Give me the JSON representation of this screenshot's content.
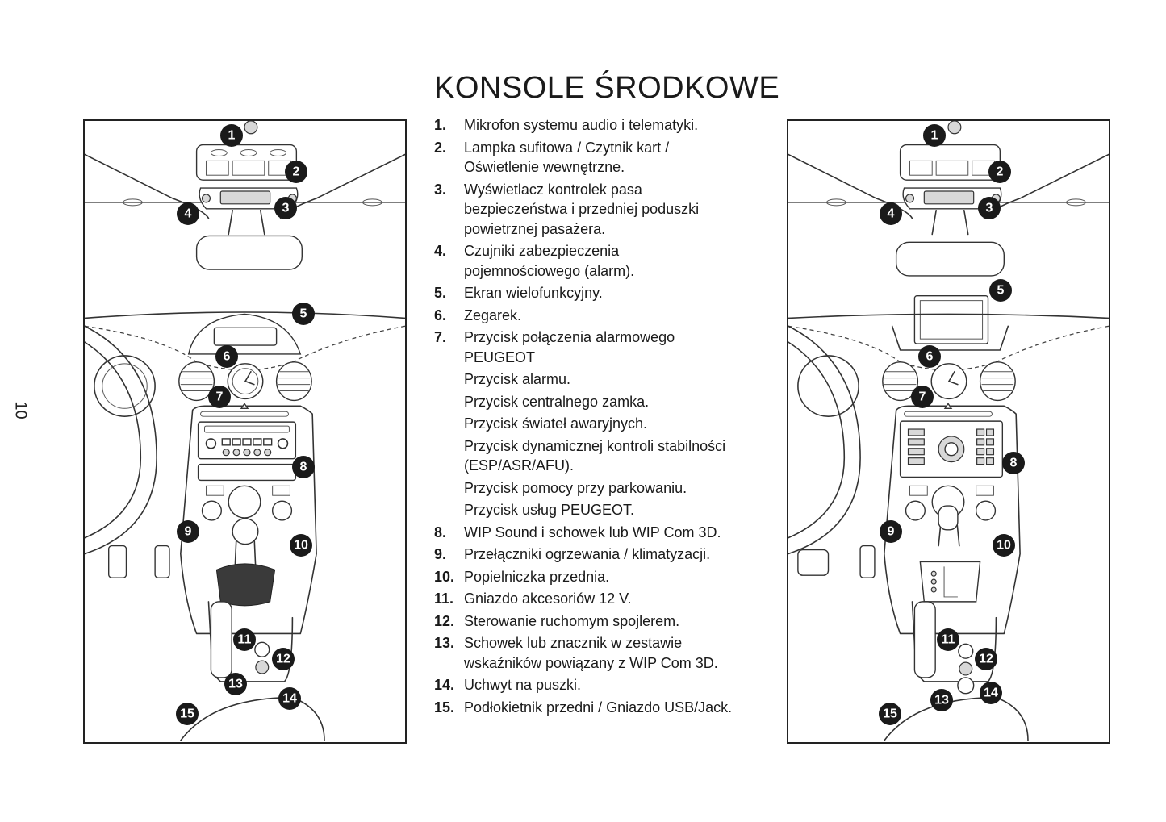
{
  "page": {
    "title": "KONSOLE ŚRODKOWE",
    "page_number": "10"
  },
  "legend": [
    {
      "num": "1.",
      "lines": [
        "Mikrofon systemu audio i telematyki."
      ]
    },
    {
      "num": "2.",
      "lines": [
        "Lampka sufitowa / Czytnik kart /",
        "Oświetlenie wewnętrzne."
      ]
    },
    {
      "num": "3.",
      "lines": [
        "Wyświetlacz kontrolek pasa",
        "bezpieczeństwa i przedniej poduszki",
        "powietrznej pasażera."
      ]
    },
    {
      "num": "4.",
      "lines": [
        "Czujniki zabezpieczenia",
        "pojemnościowego (alarm)."
      ]
    },
    {
      "num": "5.",
      "lines": [
        "Ekran wielofunkcyjny."
      ]
    },
    {
      "num": "6.",
      "lines": [
        "Zegarek."
      ]
    },
    {
      "num": "7.",
      "lines": [
        "Przycisk połączenia alarmowego",
        "PEUGEOT"
      ]
    },
    {
      "num": "",
      "lines": [
        "Przycisk alarmu."
      ]
    },
    {
      "num": "",
      "lines": [
        "Przycisk centralnego zamka."
      ]
    },
    {
      "num": "",
      "lines": [
        "Przycisk świateł awaryjnych."
      ]
    },
    {
      "num": "",
      "lines": [
        "Przycisk dynamicznej kontroli stabilności",
        "(ESP/ASR/AFU)."
      ]
    },
    {
      "num": "",
      "lines": [
        "Przycisk pomocy przy parkowaniu."
      ]
    },
    {
      "num": "",
      "lines": [
        "Przycisk usług PEUGEOT."
      ]
    },
    {
      "num": "8.",
      "lines": [
        "WIP Sound i schowek lub WIP Com 3D."
      ]
    },
    {
      "num": "9.",
      "lines": [
        "Przełączniki ogrzewania / klimatyzacji."
      ]
    },
    {
      "num": "10.",
      "lines": [
        "Popielniczka przednia."
      ]
    },
    {
      "num": "11.",
      "lines": [
        "Gniazdo akcesoriów 12 V."
      ]
    },
    {
      "num": "12.",
      "lines": [
        "Sterowanie ruchomym spojlerem."
      ]
    },
    {
      "num": "13.",
      "lines": [
        "Schowek lub znacznik w zestawie",
        "wskaźników powiązany z WIP Com 3D."
      ]
    },
    {
      "num": "14.",
      "lines": [
        "Uchwyt na puszki."
      ]
    },
    {
      "num": "15.",
      "lines": [
        "Podłokietnik przedni / Gniazdo USB/Jack."
      ]
    }
  ],
  "callouts": [
    "1",
    "2",
    "3",
    "4",
    "5",
    "6",
    "7",
    "8",
    "9",
    "10",
    "11",
    "12",
    "13",
    "14",
    "15"
  ],
  "colors": {
    "ink": "#1a1a1a",
    "line": "#333333",
    "background": "#ffffff"
  }
}
